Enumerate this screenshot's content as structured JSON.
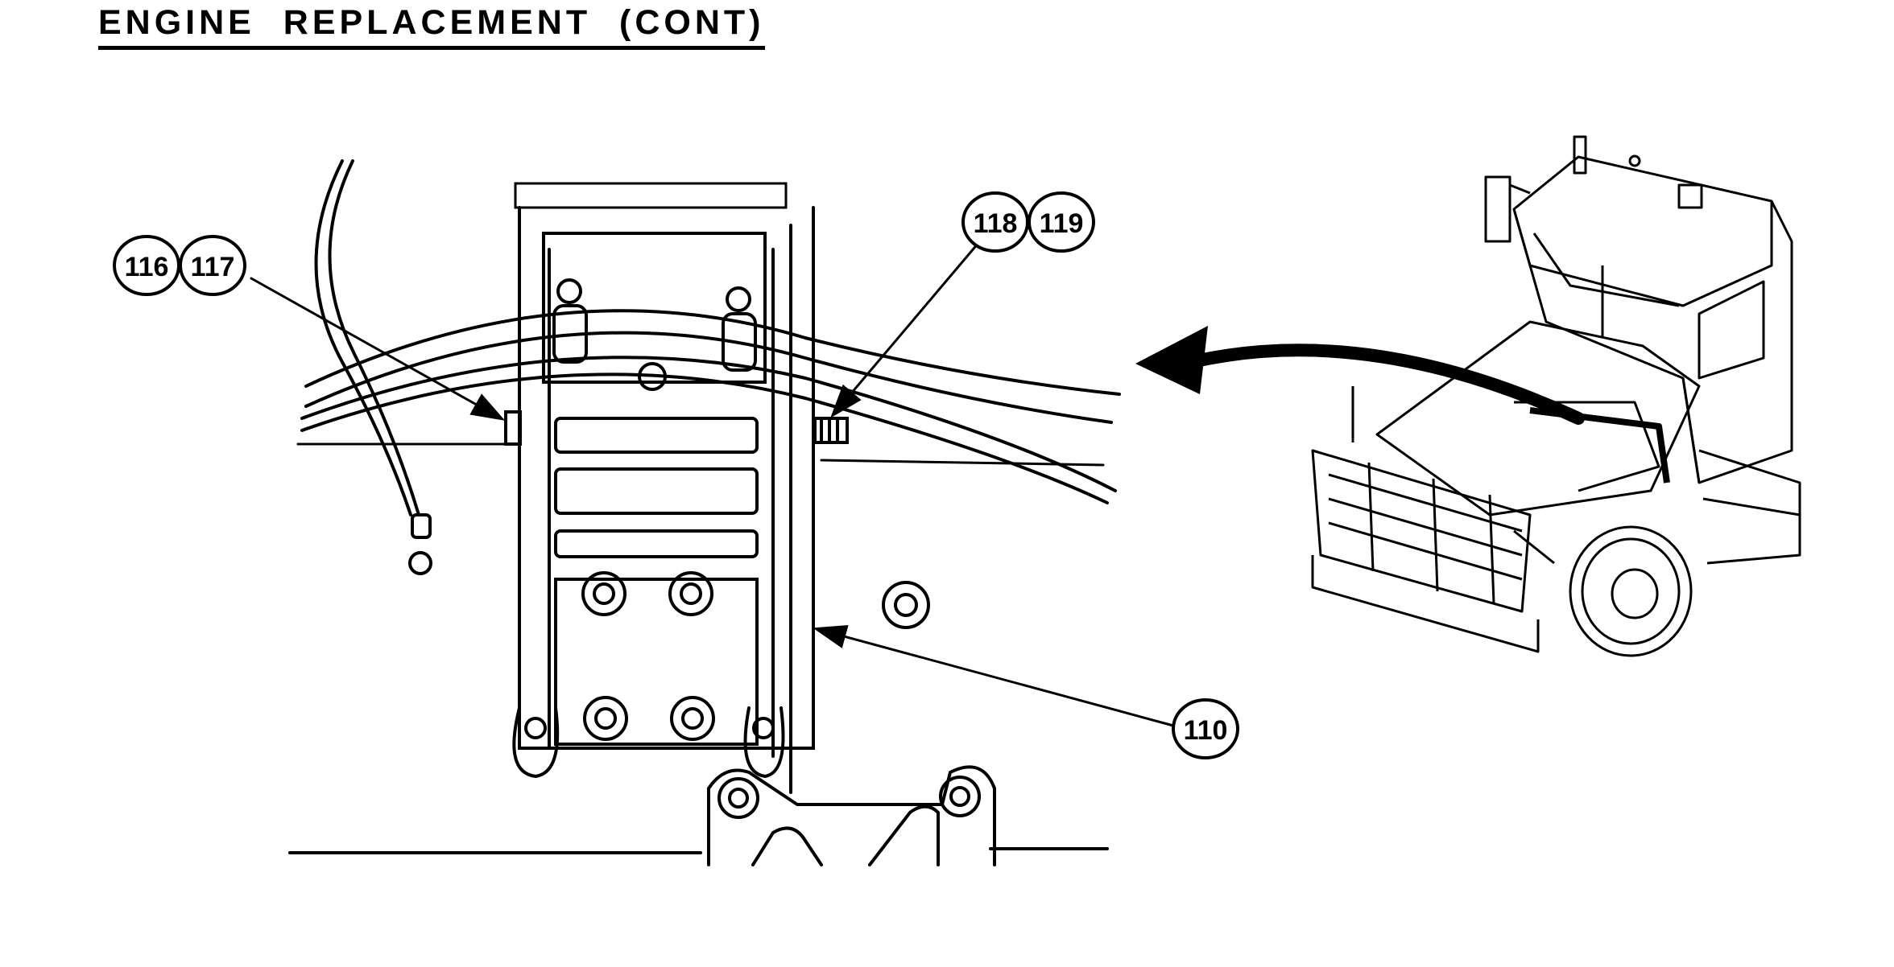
{
  "page": {
    "title": "ENGINE REPLACEMENT (CONT)"
  },
  "callouts": [
    {
      "id": "c116",
      "label": "116"
    },
    {
      "id": "c117",
      "label": "117"
    },
    {
      "id": "c118",
      "label": "118"
    },
    {
      "id": "c119",
      "label": "119"
    },
    {
      "id": "c110",
      "label": "110"
    }
  ],
  "colors": {
    "ink": "#000000",
    "paper": "#ffffff"
  },
  "icons": {
    "locator_arrow": "curved-arrow-icon",
    "vehicle": "truck-cab-icon"
  }
}
